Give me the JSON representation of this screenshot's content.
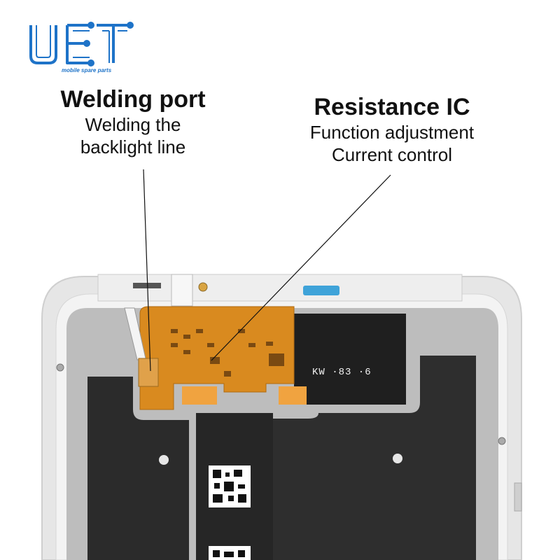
{
  "logo": {
    "brand": "UET",
    "tagline": "mobile spare parts",
    "color": "#1e73c8"
  },
  "callouts": {
    "welding_port": {
      "title": "Welding port",
      "lines": [
        "Welding the",
        "backlight line"
      ]
    },
    "resistance_ic": {
      "title": "Resistance IC",
      "lines": [
        "Function adjustment",
        "Current control"
      ]
    }
  },
  "board": {
    "chip_marking": "KW ·83 ·6",
    "colors": {
      "frame": "#e9e9e9",
      "flex": "#d98a1f",
      "shield": "#2b2b2b",
      "plate": "#bdbdbd"
    }
  }
}
